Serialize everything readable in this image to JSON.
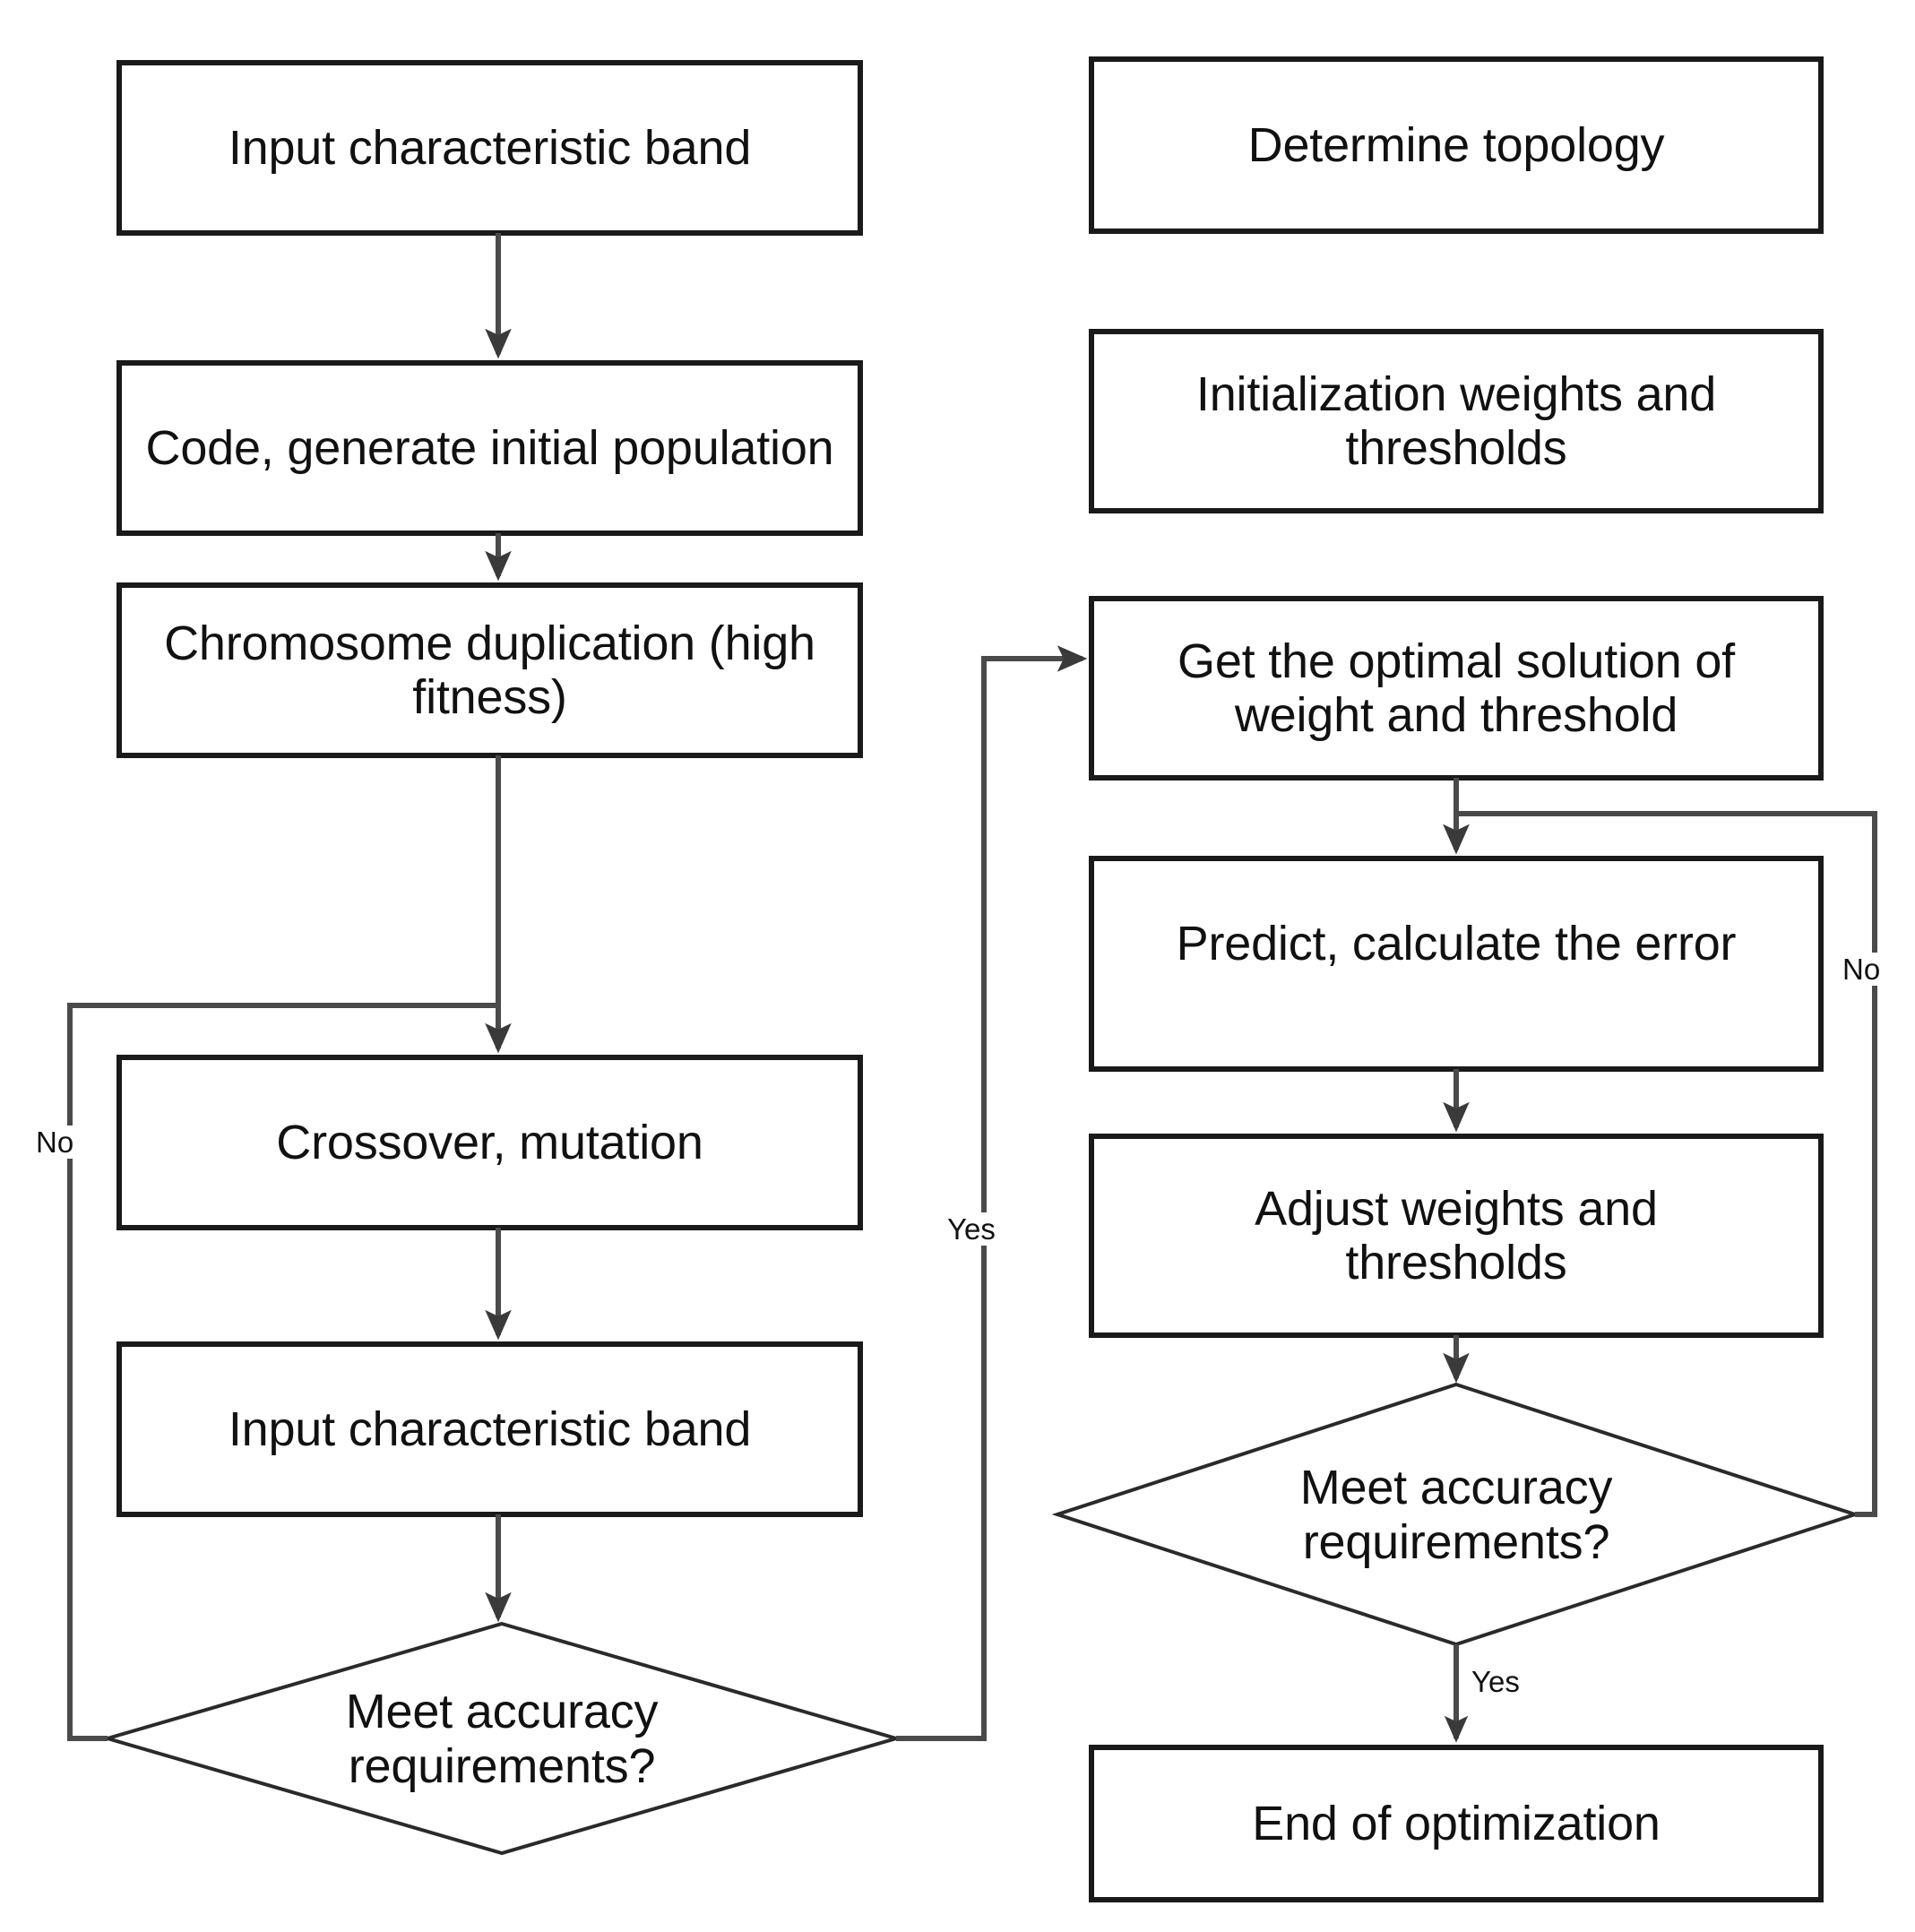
{
  "diagram": {
    "type": "flowchart",
    "title_visible": false,
    "background_color": "#ffffff",
    "stroke_color": "#1a1a1a",
    "text_color": "#111111",
    "columns": [
      {
        "name": "genetic-algorithm-column",
        "nodes": [
          {
            "id": "ga-1",
            "shape": "process",
            "label": "Input characteristic band"
          },
          {
            "id": "ga-2",
            "shape": "process",
            "label": "Code, generate initial population"
          },
          {
            "id": "ga-3",
            "shape": "process",
            "label": "Chromosome duplication (high fitness)"
          },
          {
            "id": "ga-4",
            "shape": "process",
            "label": "Crossover, mutation"
          },
          {
            "id": "ga-5",
            "shape": "process",
            "label": "Input characteristic band"
          },
          {
            "id": "ga-6",
            "shape": "decision",
            "label": "Meet accuracy requirements?"
          }
        ]
      },
      {
        "name": "bp-network-column",
        "nodes": [
          {
            "id": "bp-1",
            "shape": "process",
            "label": "Determine topology"
          },
          {
            "id": "bp-2",
            "shape": "process",
            "label": "Initialization weights and thresholds"
          },
          {
            "id": "bp-3",
            "shape": "process",
            "label": "Get the optimal solution of weight and threshold"
          },
          {
            "id": "bp-4",
            "shape": "process",
            "label": "Predict, calculate the error"
          },
          {
            "id": "bp-5",
            "shape": "process",
            "label": "Adjust weights and thresholds"
          },
          {
            "id": "bp-6",
            "shape": "decision",
            "label": "Meet accuracy requirements?"
          },
          {
            "id": "bp-7",
            "shape": "process",
            "label": "End of optimization"
          }
        ]
      }
    ],
    "edge_labels": {
      "ga_no": "No",
      "ga_yes": "Yes",
      "bp_no": "No",
      "bp_yes": "Yes"
    },
    "edges": [
      {
        "from": "ga-1",
        "to": "ga-2",
        "label": ""
      },
      {
        "from": "ga-2",
        "to": "ga-3",
        "label": ""
      },
      {
        "from": "ga-3",
        "to": "ga-4",
        "label": ""
      },
      {
        "from": "ga-4",
        "to": "ga-5",
        "label": ""
      },
      {
        "from": "ga-5",
        "to": "ga-6",
        "label": ""
      },
      {
        "from": "ga-6",
        "to": "ga-4",
        "label": "No"
      },
      {
        "from": "ga-6",
        "to": "bp-3",
        "label": "Yes"
      },
      {
        "from": "bp-1",
        "to": "bp-2",
        "label": ""
      },
      {
        "from": "bp-2",
        "to": "bp-3",
        "label": ""
      },
      {
        "from": "bp-3",
        "to": "bp-4",
        "label": ""
      },
      {
        "from": "bp-4",
        "to": "bp-5",
        "label": ""
      },
      {
        "from": "bp-5",
        "to": "bp-6",
        "label": ""
      },
      {
        "from": "bp-6",
        "to": "bp-4",
        "label": "No"
      },
      {
        "from": "bp-6",
        "to": "bp-7",
        "label": "Yes"
      }
    ]
  }
}
